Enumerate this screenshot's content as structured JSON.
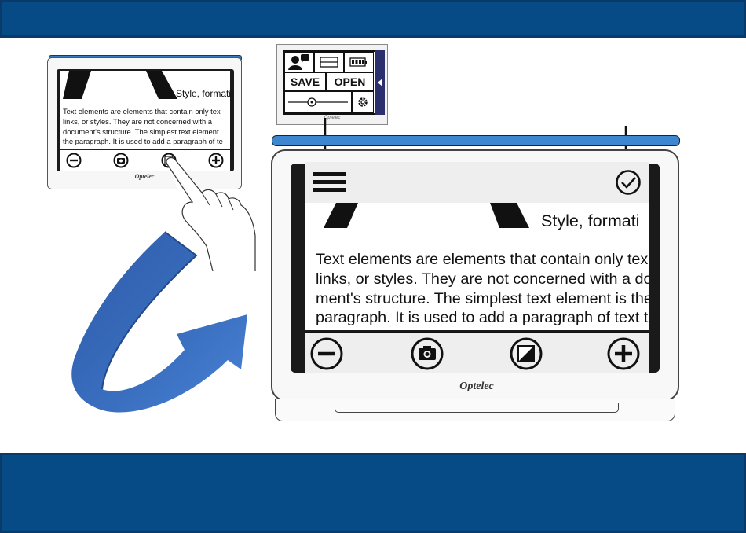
{
  "small_device": {
    "heading": "Style, formati",
    "body_lines": [
      "Text elements are elements that contain only tex",
      "links, or styles. They are not concerned with a",
      "document's structure. The simplest text element",
      "the paragraph. It is used to add a paragraph of te"
    ],
    "brand": "Optelec",
    "toolbar_icons": [
      "zoom-out-icon",
      "camera-icon",
      "contrast-icon",
      "zoom-in-icon"
    ]
  },
  "settings_panel": {
    "save_label": "SAVE",
    "open_label": "OPEN",
    "brand": "Optelec",
    "icons": [
      "user-speech-icon",
      "line-spacing-icon",
      "battery-icon",
      "brightness-slider-icon",
      "gear-icon",
      "collapse-arrow-icon"
    ]
  },
  "large_device": {
    "heading": "Style, formati",
    "body_lines": [
      "Text elements are elements that contain only tex",
      "links, or styles. They are not concerned with a do",
      "ment's structure. The simplest text element is the",
      "paragraph. It is used to add a paragraph of text t"
    ],
    "brand": "Optelec",
    "header_icons": [
      "menu-icon",
      "checkmark-icon"
    ],
    "toolbar_icons": [
      "zoom-out-icon",
      "camera-icon",
      "contrast-icon",
      "zoom-in-icon"
    ]
  },
  "colors": {
    "banner": "#064a86",
    "arrow": "#3a6fc0",
    "device_accent": "#3d86d0"
  }
}
